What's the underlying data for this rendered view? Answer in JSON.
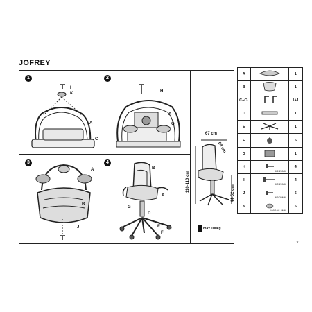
{
  "title": "JOFREY",
  "steps": [
    {
      "number": "1",
      "labels": [
        "I",
        "K",
        "A",
        "C"
      ]
    },
    {
      "number": "2",
      "labels": [
        "H",
        "A",
        "G"
      ]
    },
    {
      "number": "3",
      "labels": [
        "A",
        "B",
        "J"
      ]
    },
    {
      "number": "4",
      "labels": [
        "B",
        "A",
        "G",
        "D",
        "E",
        "F"
      ]
    }
  ],
  "parts": [
    {
      "letter": "A",
      "qty": "1",
      "spec": "",
      "icon": "backrest-icon"
    },
    {
      "letter": "B",
      "qty": "1",
      "spec": "",
      "icon": "seat-icon"
    },
    {
      "letter": "C+C₁",
      "qty": "1+1",
      "spec": "",
      "icon": "armrest-icon"
    },
    {
      "letter": "D",
      "qty": "1",
      "spec": "",
      "icon": "gas-lift-icon"
    },
    {
      "letter": "E",
      "qty": "1",
      "spec": "",
      "icon": "base-icon"
    },
    {
      "letter": "F",
      "qty": "5",
      "spec": "",
      "icon": "caster-icon"
    },
    {
      "letter": "G",
      "qty": "1",
      "spec": "",
      "icon": "mechanism-icon"
    },
    {
      "letter": "H",
      "qty": "4",
      "spec": "M6*25MM",
      "icon": "bolt-icon"
    },
    {
      "letter": "I",
      "qty": "4",
      "spec": "M8*20MM",
      "icon": "bolt-icon"
    },
    {
      "letter": "J",
      "qty": "6",
      "spec": "M6*20MM",
      "icon": "bolt-icon"
    },
    {
      "letter": "K",
      "qty": "6",
      "spec": "M6*16*1.5MM",
      "icon": "washer-icon"
    }
  ],
  "dimensions": {
    "width": "67 cm",
    "depth": "64 cm",
    "height": "110-110 cm",
    "seat_height": "44-52 cm"
  },
  "max_load": "max.100kg",
  "version": "v.1"
}
